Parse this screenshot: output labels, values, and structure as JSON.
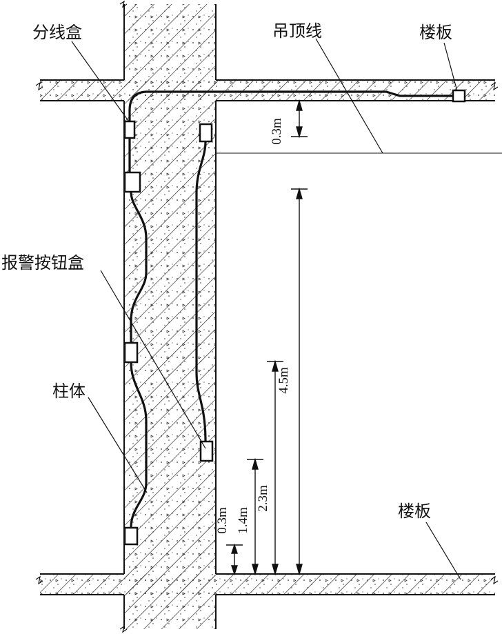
{
  "labels": {
    "junction_box": "分线盒",
    "ceiling_line": "吊顶线",
    "floor_slab_top": "楼板",
    "alarm_button_box": "报警按钮盒",
    "column": "柱体",
    "floor_slab_bottom": "楼板"
  },
  "dimensions": {
    "below_slab": "0.3m",
    "span": "4.5m",
    "height_2_3": "2.3m",
    "height_1_4": "1.4m",
    "height_0_3": "0.3m"
  },
  "colors": {
    "ink": "#111111",
    "background": "#ffffff"
  }
}
